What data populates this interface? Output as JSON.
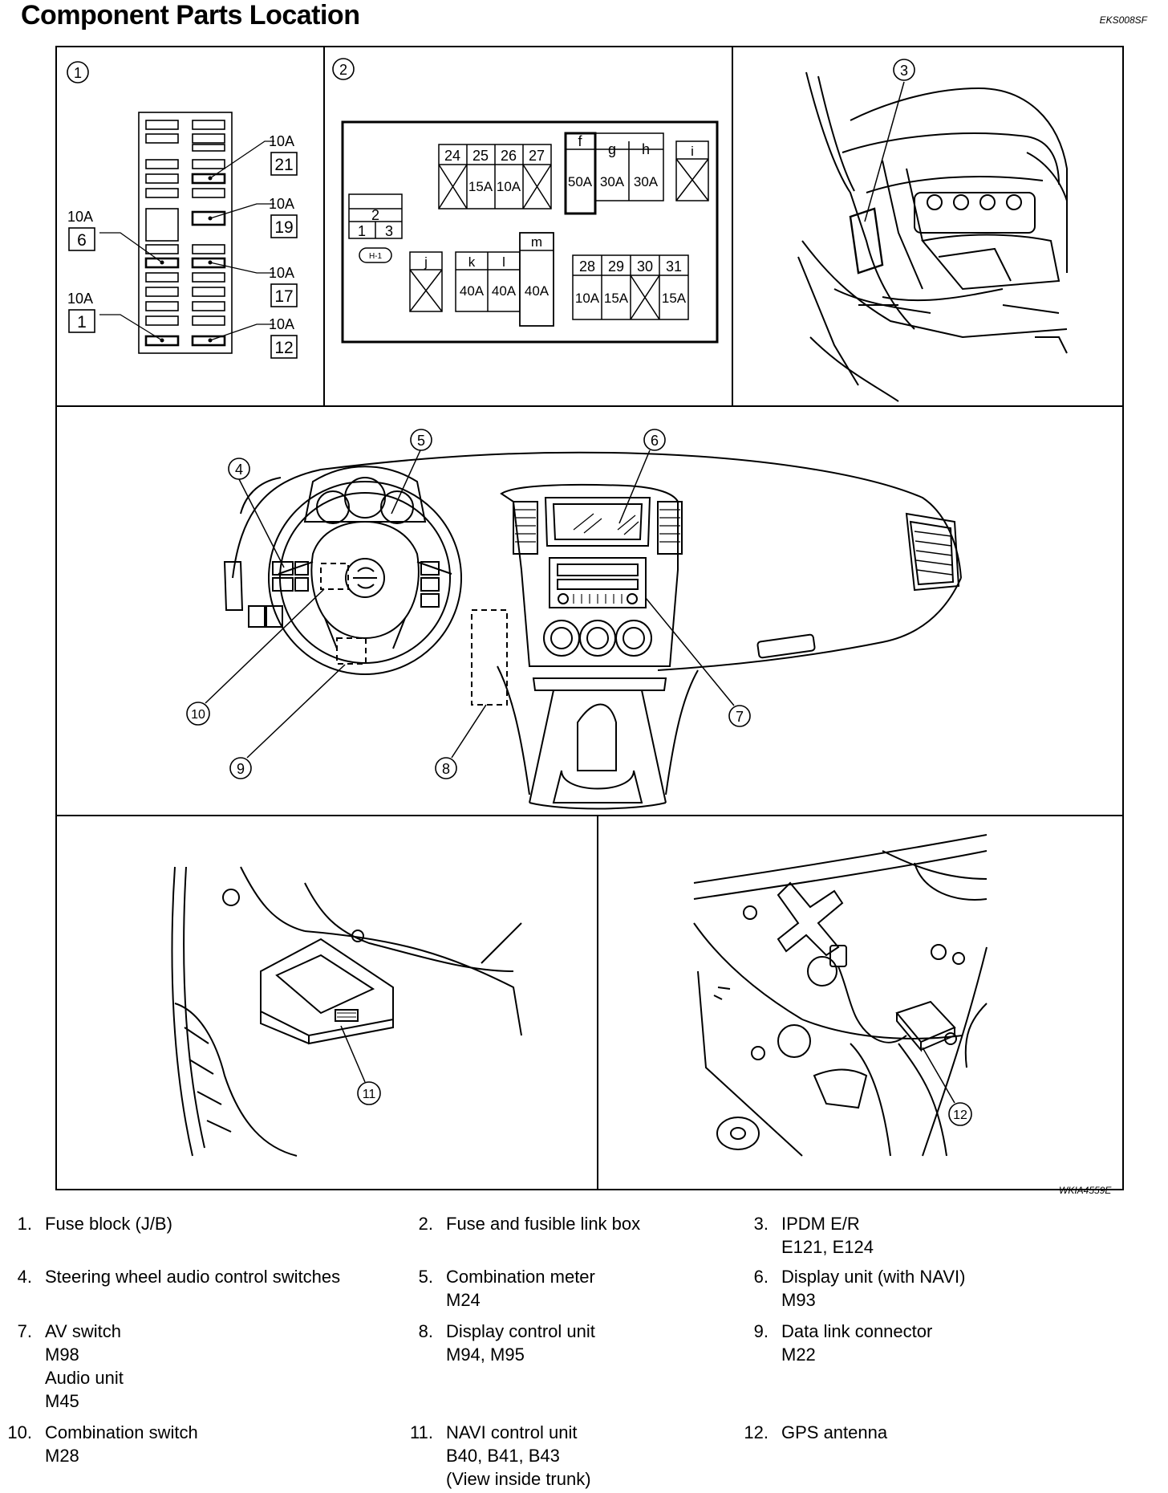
{
  "header": {
    "title": "Component Parts Location",
    "doc_code": "EKS008SF",
    "figure_id": "WKIA4559E"
  },
  "fuse_block": {
    "panel_number": "1",
    "fuses": [
      {
        "rating": "10A",
        "number": "21"
      },
      {
        "rating": "10A",
        "number": "19"
      },
      {
        "rating": "10A",
        "number": "6"
      },
      {
        "rating": "10A",
        "number": "17"
      },
      {
        "rating": "10A",
        "number": "1"
      },
      {
        "rating": "10A",
        "number": "12"
      }
    ]
  },
  "fuse_link_box": {
    "panel_number": "2",
    "group_a": {
      "numbers": [
        "24",
        "25",
        "26",
        "27"
      ],
      "ratings": [
        "",
        "15A",
        "10A",
        ""
      ]
    },
    "group_b": {
      "letters": [
        "f",
        "g",
        "h"
      ],
      "ratings": [
        "50A",
        "30A",
        "30A"
      ]
    },
    "group_i": {
      "letter": "i"
    },
    "relay": {
      "top": "2",
      "left": "1",
      "right": "3",
      "tag": "H-1"
    },
    "group_j": {
      "letter": "j"
    },
    "group_k": {
      "letters": [
        "k",
        "l",
        "m"
      ],
      "ratings": [
        "40A",
        "40A",
        "40A"
      ]
    },
    "group_c": {
      "numbers": [
        "28",
        "29",
        "30",
        "31"
      ],
      "ratings": [
        "10A",
        "15A",
        "",
        "15A"
      ]
    }
  },
  "callouts": [
    "1",
    "2",
    "3",
    "4",
    "5",
    "6",
    "7",
    "8",
    "9",
    "10",
    "11",
    "12"
  ],
  "legend": [
    {
      "num": "1.",
      "lines": [
        "Fuse block (J/B)"
      ]
    },
    {
      "num": "2.",
      "lines": [
        "Fuse and fusible link box"
      ]
    },
    {
      "num": "3.",
      "lines": [
        "IPDM E/R",
        "E121, E124"
      ]
    },
    {
      "num": "4.",
      "lines": [
        "Steering wheel audio control switches"
      ]
    },
    {
      "num": "5.",
      "lines": [
        "Combination meter",
        "M24"
      ]
    },
    {
      "num": "6.",
      "lines": [
        "Display unit (with NAVI)",
        "M93"
      ]
    },
    {
      "num": "7.",
      "lines": [
        "AV switch",
        "M98",
        "Audio unit",
        "M45"
      ]
    },
    {
      "num": "8.",
      "lines": [
        "Display control unit",
        "M94, M95"
      ]
    },
    {
      "num": "9.",
      "lines": [
        "Data link connector",
        "M22"
      ]
    },
    {
      "num": "10.",
      "lines": [
        "Combination switch",
        "M28"
      ]
    },
    {
      "num": "11.",
      "lines": [
        "NAVI control unit",
        "B40, B41, B43",
        "(View inside trunk)"
      ]
    },
    {
      "num": "12.",
      "lines": [
        "GPS antenna"
      ]
    }
  ]
}
